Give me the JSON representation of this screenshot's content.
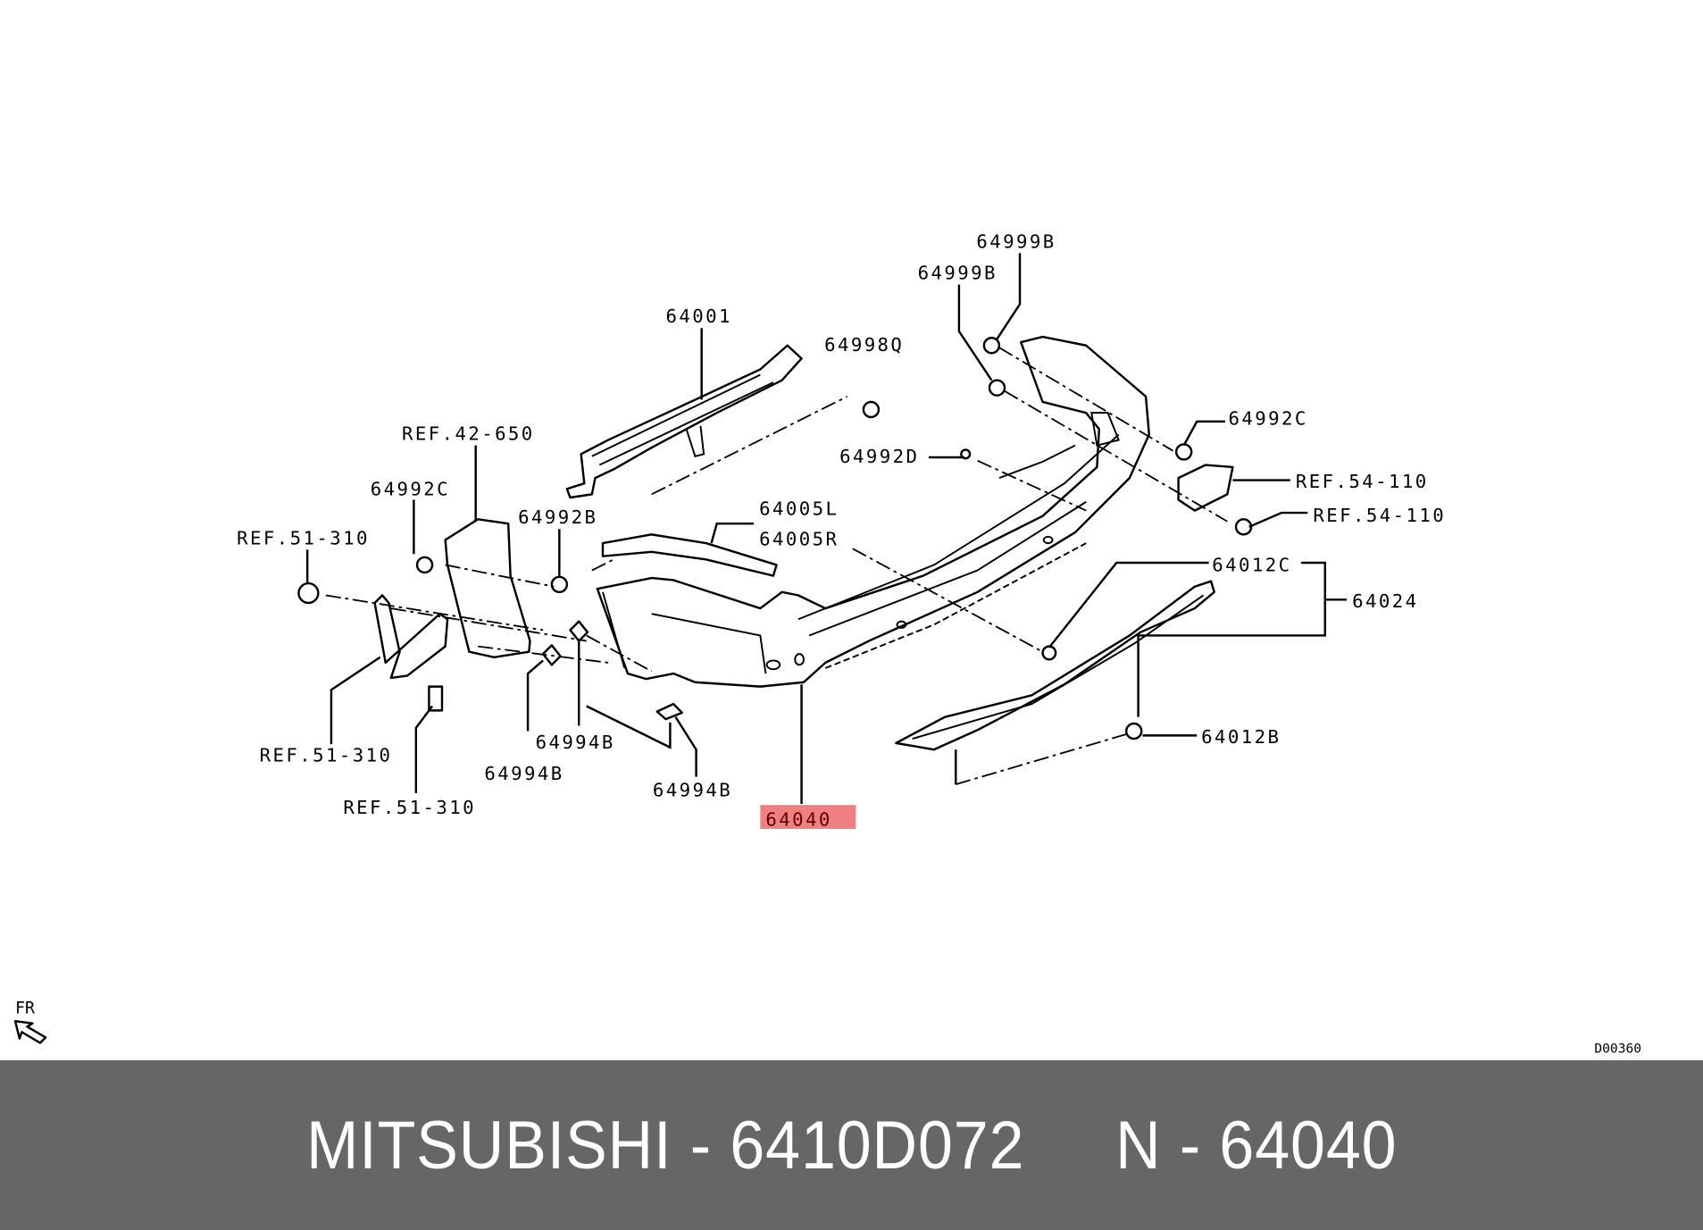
{
  "diagram": {
    "labels": {
      "p64999b_top": "64999B",
      "p64999b_2": "64999B",
      "p64001": "64001",
      "p64998q": "64998Q",
      "ref42_650": "REF.42-650",
      "p64992c_right": "64992C",
      "ref54_110_a": "REF.54-110",
      "p64992d": "64992D",
      "ref54_110_b": "REF.54-110",
      "p64992c_left": "64992C",
      "p64992b": "64992B",
      "p64005l": "64005L",
      "ref51_310_a": "REF.51-310",
      "p64005r": "64005R",
      "p64012c": "64012C",
      "p64024": "64024",
      "p64012b": "64012B",
      "ref51_310_b": "REF.51-310",
      "p64994b_a": "64994B",
      "p64994b_b": "64994B",
      "p64994b_c": "64994B",
      "ref51_310_c": "REF.51-310",
      "p64040": "64040"
    },
    "highlight_color": "#f08080",
    "orientation_label": "FR",
    "orientation_icon": "arrow-up-left-icon",
    "diagram_code": "D00360"
  },
  "banner": {
    "text": "MITSUBISHI - 6410D072     N - 64040",
    "background": "#666666"
  }
}
